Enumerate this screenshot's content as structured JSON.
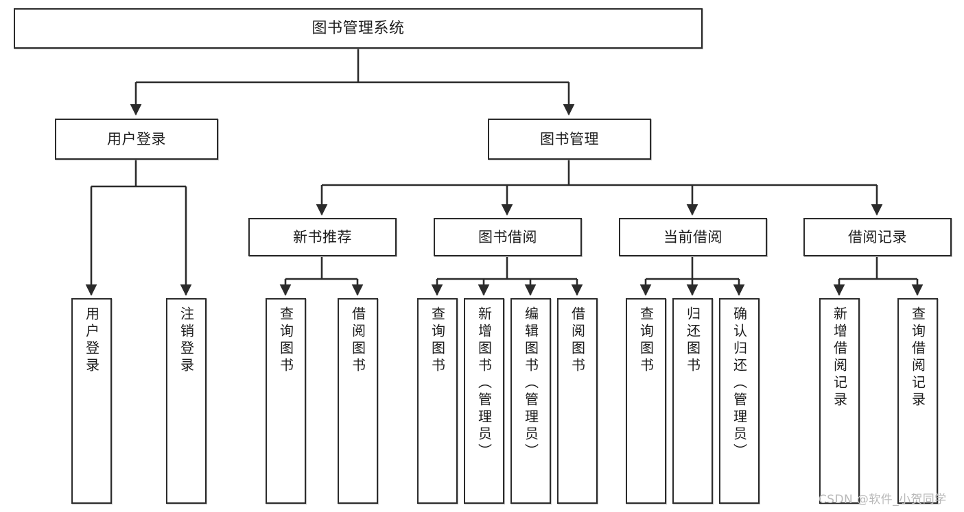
{
  "diagram": {
    "type": "tree-hierarchy-chart",
    "title": "图书管理系统",
    "stroke_color": "#2b2b2b",
    "background_color": "#ffffff",
    "text_color": "#1c1c1c",
    "nodes": {
      "root": {
        "label": "图书管理系统"
      },
      "level2": [
        {
          "id": "user-login",
          "label": "用户登录"
        },
        {
          "id": "book-management",
          "label": "图书管理"
        }
      ],
      "level3": [
        {
          "id": "new-book-recommend",
          "label": "新书推荐"
        },
        {
          "id": "book-borrow",
          "label": "图书借阅"
        },
        {
          "id": "current-borrow",
          "label": "当前借阅"
        },
        {
          "id": "borrow-record",
          "label": "借阅记录"
        }
      ],
      "leaves": {
        "user_login": [
          {
            "id": "leaf-user-login",
            "label": "用户登录"
          },
          {
            "id": "leaf-logout-login",
            "label": "注销登录"
          }
        ],
        "new_book_recommend": [
          {
            "id": "leaf-query-book-1",
            "label": "查询图书"
          },
          {
            "id": "leaf-borrow-book-1",
            "label": "借阅图书"
          }
        ],
        "book_borrow": [
          {
            "id": "leaf-query-book-2",
            "label": "查询图书"
          },
          {
            "id": "leaf-add-book-admin",
            "label": "新增图书（管理员）"
          },
          {
            "id": "leaf-edit-book-admin",
            "label": "编辑图书（管理员）"
          },
          {
            "id": "leaf-borrow-book-2",
            "label": "借阅图书"
          }
        ],
        "current_borrow": [
          {
            "id": "leaf-query-book-3",
            "label": "查询图书"
          },
          {
            "id": "leaf-return-book",
            "label": "归还图书"
          },
          {
            "id": "leaf-confirm-return-admin",
            "label": "确认归还（管理员）"
          }
        ],
        "borrow_record": [
          {
            "id": "leaf-add-borrow-record",
            "label": "新增借阅记录"
          },
          {
            "id": "leaf-query-borrow-record",
            "label": "查询借阅记录"
          }
        ]
      }
    }
  },
  "watermark": {
    "text": "CSDN @软件_小贺同学"
  }
}
